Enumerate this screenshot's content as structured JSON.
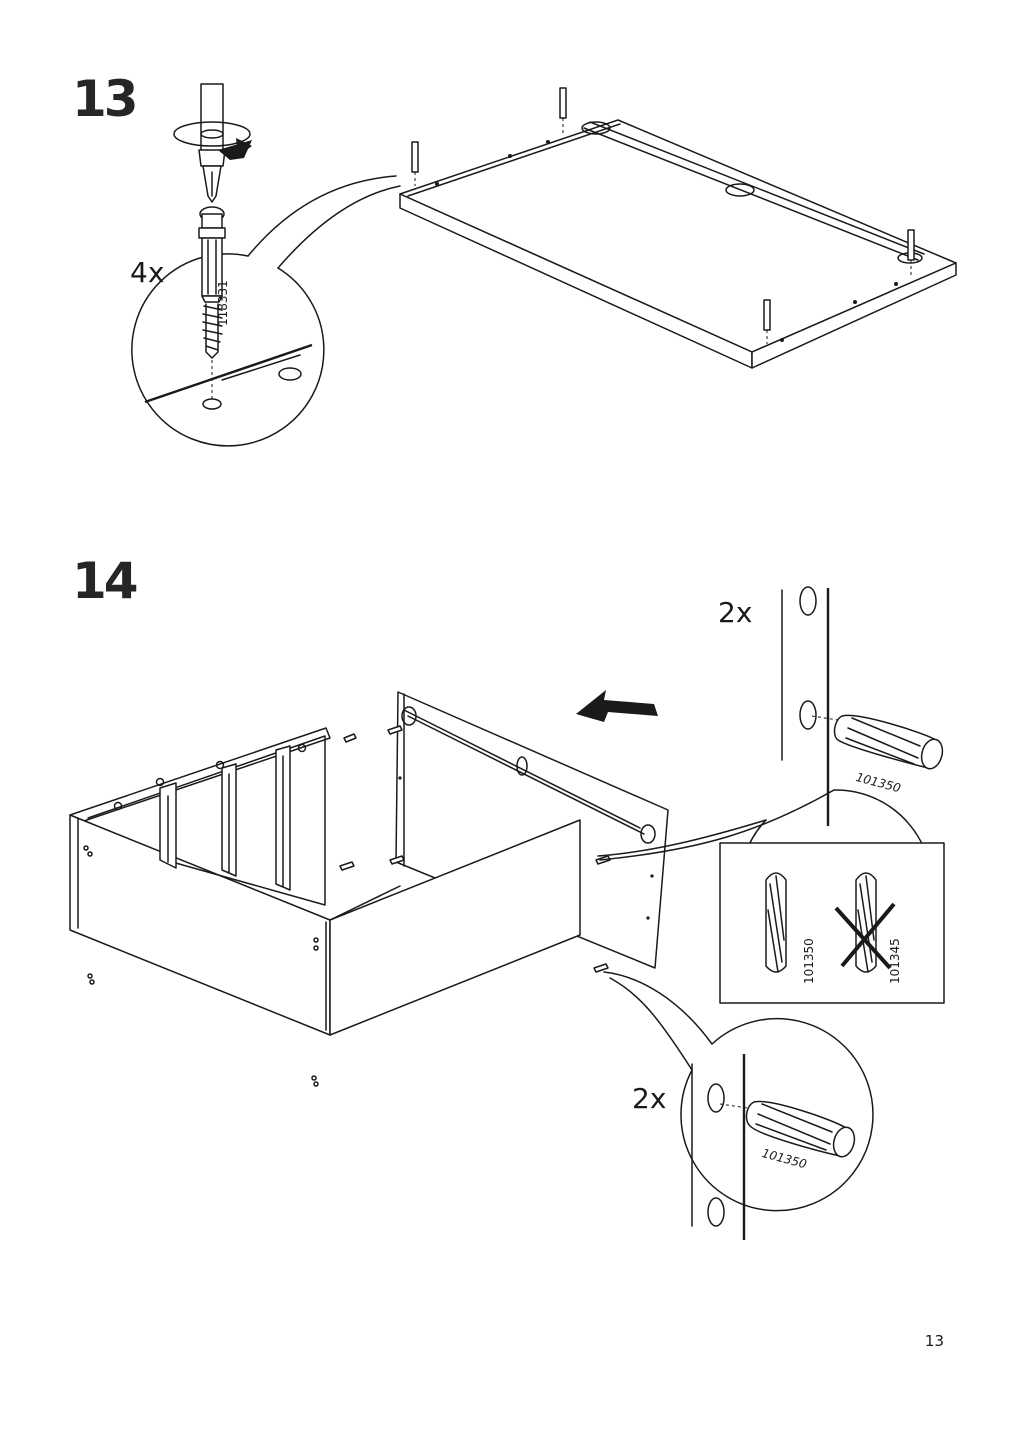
{
  "page": {
    "number": "13"
  },
  "step13": {
    "number": "13",
    "quantity": "4x",
    "part_code": "118331",
    "icons": [
      "screwdriver-icon",
      "rotate-arrow-icon",
      "dowel-screw-icon"
    ]
  },
  "step14": {
    "number": "14",
    "callout_top": {
      "quantity": "2x",
      "part_code": "101350"
    },
    "callout_bottom": {
      "quantity": "2x",
      "part_code": "101350"
    },
    "comparison": {
      "correct_code": "101350",
      "wrong_code": "101345"
    },
    "icons": [
      "push-arrow-icon",
      "wooden-dowel-icon",
      "cross-mark-icon"
    ]
  }
}
